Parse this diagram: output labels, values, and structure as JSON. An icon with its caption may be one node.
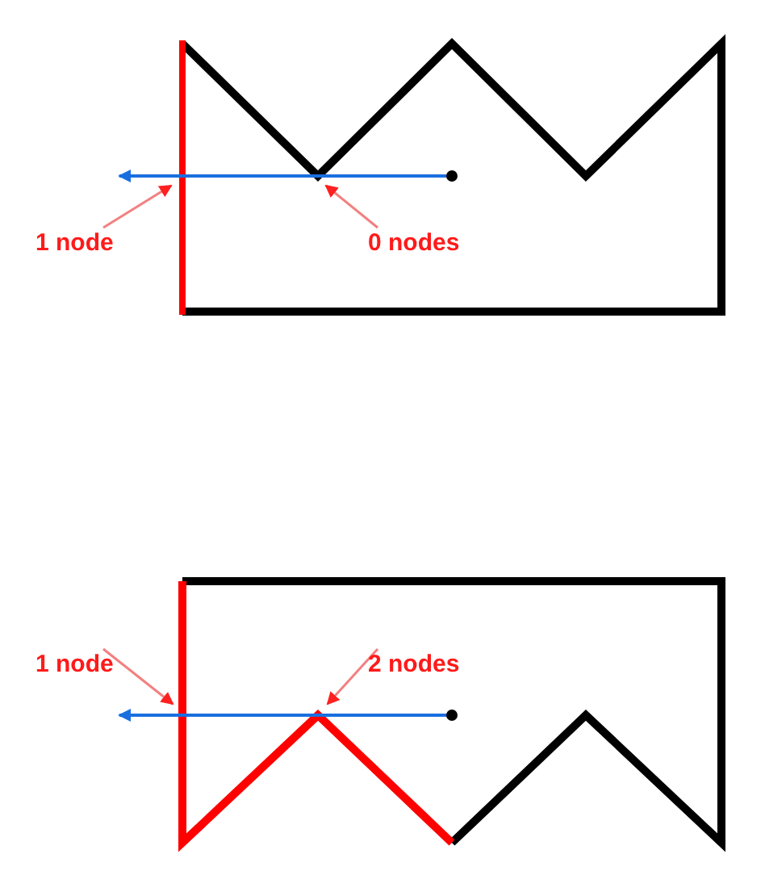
{
  "diagram": {
    "nodes": [
      {
        "text": [
          "1 node"
        ]
      },
      {
        "text": [
          "0 nodes"
        ]
      },
      {
        "text": [
          "1 node"
        ]
      },
      {
        "text": [
          "2 nodes"
        ]
      }
    ],
    "edges": [
      {
        "from": 0,
        "to": null,
        "arrow": "to"
      },
      {
        "from": 1,
        "to": null,
        "arrow": "to"
      },
      {
        "from": 2,
        "to": null,
        "arrow": "to"
      },
      {
        "from": 3,
        "to": null,
        "arrow": "to"
      }
    ]
  }
}
